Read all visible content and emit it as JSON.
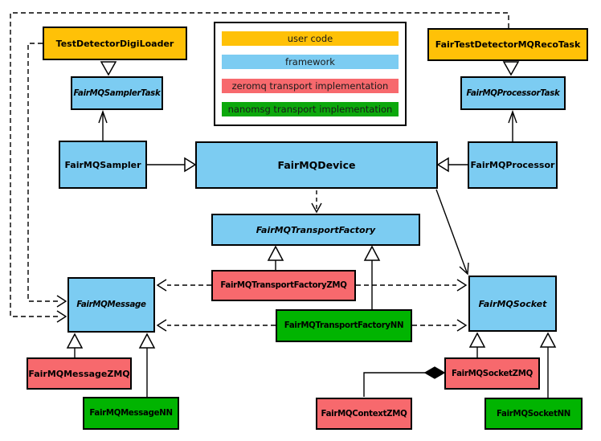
{
  "legend": {
    "items": [
      {
        "label": "user code",
        "color": "#ffc107"
      },
      {
        "label": "framework",
        "color": "#7cccf2"
      },
      {
        "label": "zeromq transport implementation",
        "color": "#f7696d"
      },
      {
        "label": "nanomsg transport implementation",
        "color": "#0ca80c"
      }
    ]
  },
  "colors": {
    "user_code": "#ffc107",
    "framework": "#7cccf2",
    "zeromq": "#f7696d",
    "nanomsg": "#01b401",
    "line": "#000000"
  },
  "nodes": {
    "testDetectorDigiLoader": {
      "label": "TestDetectorDigiLoader",
      "color": "#ffc107",
      "category": "user code",
      "abstract": false
    },
    "fairTestDetectorMQRecoTask": {
      "label": "FairTestDetectorMQRecoTask",
      "color": "#ffc107",
      "category": "user code",
      "abstract": false
    },
    "fairMQSamplerTask": {
      "label": "FairMQSamplerTask",
      "color": "#7cccf2",
      "category": "framework",
      "abstract": true
    },
    "fairMQProcessorTask": {
      "label": "FairMQProcessorTask",
      "color": "#7cccf2",
      "category": "framework",
      "abstract": true
    },
    "fairMQSampler": {
      "label": "FairMQSampler",
      "color": "#7cccf2",
      "category": "framework",
      "abstract": false
    },
    "fairMQDevice": {
      "label": "FairMQDevice",
      "color": "#7cccf2",
      "category": "framework",
      "abstract": false
    },
    "fairMQProcessor": {
      "label": "FairMQProcessor",
      "color": "#7cccf2",
      "category": "framework",
      "abstract": false
    },
    "fairMQTransportFactory": {
      "label": "FairMQTransportFactory",
      "color": "#7cccf2",
      "category": "framework",
      "abstract": true
    },
    "fairMQTransportFactoryZMQ": {
      "label": "FairMQTransportFactoryZMQ",
      "color": "#f7696d",
      "category": "zeromq",
      "abstract": false
    },
    "fairMQTransportFactoryNN": {
      "label": "FairMQTransportFactoryNN",
      "color": "#01b401",
      "category": "nanomsg",
      "abstract": false
    },
    "fairMQMessage": {
      "label": "FairMQMessage",
      "color": "#7cccf2",
      "category": "framework",
      "abstract": true
    },
    "fairMQSocket": {
      "label": "FairMQSocket",
      "color": "#7cccf2",
      "category": "framework",
      "abstract": true
    },
    "fairMQMessageZMQ": {
      "label": "FairMQMessageZMQ",
      "color": "#f7696d",
      "category": "zeromq",
      "abstract": false
    },
    "fairMQMessageNN": {
      "label": "FairMQMessageNN",
      "color": "#01b401",
      "category": "nanomsg",
      "abstract": false
    },
    "fairMQContextZMQ": {
      "label": "FairMQContextZMQ",
      "color": "#f7696d",
      "category": "zeromq",
      "abstract": false
    },
    "fairMQSocketZMQ": {
      "label": "FairMQSocketZMQ",
      "color": "#f7696d",
      "category": "zeromq",
      "abstract": false
    },
    "fairMQSocketNN": {
      "label": "FairMQSocketNN",
      "color": "#01b401",
      "category": "nanomsg",
      "abstract": false
    }
  },
  "relationships": [
    {
      "from": "TestDetectorDigiLoader",
      "to": "FairMQSamplerTask",
      "type": "inheritance"
    },
    {
      "from": "FairTestDetectorMQRecoTask",
      "to": "FairMQProcessorTask",
      "type": "inheritance"
    },
    {
      "from": "FairMQSampler",
      "to": "FairMQDevice",
      "type": "inheritance"
    },
    {
      "from": "FairMQProcessor",
      "to": "FairMQDevice",
      "type": "inheritance"
    },
    {
      "from": "FairMQSampler",
      "to": "FairMQSamplerTask",
      "type": "association"
    },
    {
      "from": "FairMQProcessor",
      "to": "FairMQProcessorTask",
      "type": "association"
    },
    {
      "from": "FairMQDevice",
      "to": "FairMQTransportFactory",
      "type": "dependency"
    },
    {
      "from": "FairMQDevice",
      "to": "FairMQSocket",
      "type": "association"
    },
    {
      "from": "FairMQTransportFactoryZMQ",
      "to": "FairMQTransportFactory",
      "type": "inheritance"
    },
    {
      "from": "FairMQTransportFactoryNN",
      "to": "FairMQTransportFactory",
      "type": "inheritance"
    },
    {
      "from": "FairMQTransportFactoryZMQ",
      "to": "FairMQMessage",
      "type": "dependency"
    },
    {
      "from": "FairMQTransportFactoryZMQ",
      "to": "FairMQSocket",
      "type": "dependency"
    },
    {
      "from": "FairMQTransportFactoryNN",
      "to": "FairMQMessage",
      "type": "dependency"
    },
    {
      "from": "FairMQTransportFactoryNN",
      "to": "FairMQSocket",
      "type": "dependency"
    },
    {
      "from": "TestDetectorDigiLoader",
      "to": "FairMQMessage",
      "type": "dependency"
    },
    {
      "from": "FairTestDetectorMQRecoTask",
      "to": "FairMQMessage",
      "type": "dependency"
    },
    {
      "from": "FairMQMessageZMQ",
      "to": "FairMQMessage",
      "type": "inheritance"
    },
    {
      "from": "FairMQMessageNN",
      "to": "FairMQMessage",
      "type": "inheritance"
    },
    {
      "from": "FairMQSocketZMQ",
      "to": "FairMQSocket",
      "type": "inheritance"
    },
    {
      "from": "FairMQSocketNN",
      "to": "FairMQSocket",
      "type": "inheritance"
    },
    {
      "from": "FairMQSocketZMQ",
      "to": "FairMQContextZMQ",
      "type": "composition"
    }
  ]
}
